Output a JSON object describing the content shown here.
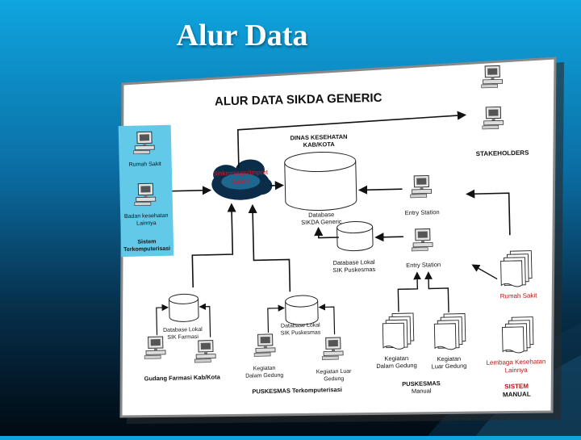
{
  "slide": {
    "title": "Alur Data"
  },
  "diagram": {
    "title": "ALUR DATA SIKDA GENERIC",
    "dinas_heading": [
      "DINAS KESEHATAN",
      "KAB/KOTA"
    ],
    "database_sikda": [
      "Database",
      "SIKDA Generic"
    ],
    "cloud_label": [
      "Sinkronisasi/Import",
      "Datalist"
    ],
    "stakeholders": "STAKEHOLDERS",
    "left_box": {
      "rumah_sakit": "Rumah Sakit",
      "badan": [
        "Badan kesehatan",
        "Lainnya"
      ],
      "caption": [
        "Sistem",
        "Terkomputerisasi"
      ]
    },
    "entry_station": "Entry Station",
    "db_lokal_puskesmas": [
      "Database Lokal",
      "SIK Puskesmas"
    ],
    "db_lokal_farmasi": [
      "Database Lokal",
      "SIK Farmasi"
    ],
    "gudang_farmasi": "Gudang Farmasi Kab/Kota",
    "kegiatan_dalam": [
      "Kegiatan",
      "Dalam Gedung"
    ],
    "kegiatan_luar": [
      "Kegiatan Luar",
      "Gedung"
    ],
    "puskesmas_terkomputerisasi": "PUSKESMAS Terkomputerisasi",
    "manual_kegiatan_dalam": [
      "Kegiatan",
      "Dalam Gedung"
    ],
    "manual_kegiatan_luar": [
      "Kegiatan",
      "Luar Gedung"
    ],
    "puskesmas_manual": [
      "PUSKESMAS",
      "Manual"
    ],
    "rumah_sakit_manual": "Rumah Sakit",
    "lembaga": [
      "Lembaga Kesehatan",
      "Lainnya"
    ],
    "sistem_manual": [
      "SISTEM",
      "MANUAL"
    ],
    "colors": {
      "accent_box": "#63c9e9",
      "cloud_text": "#d11a2a",
      "line": "#111111"
    }
  }
}
